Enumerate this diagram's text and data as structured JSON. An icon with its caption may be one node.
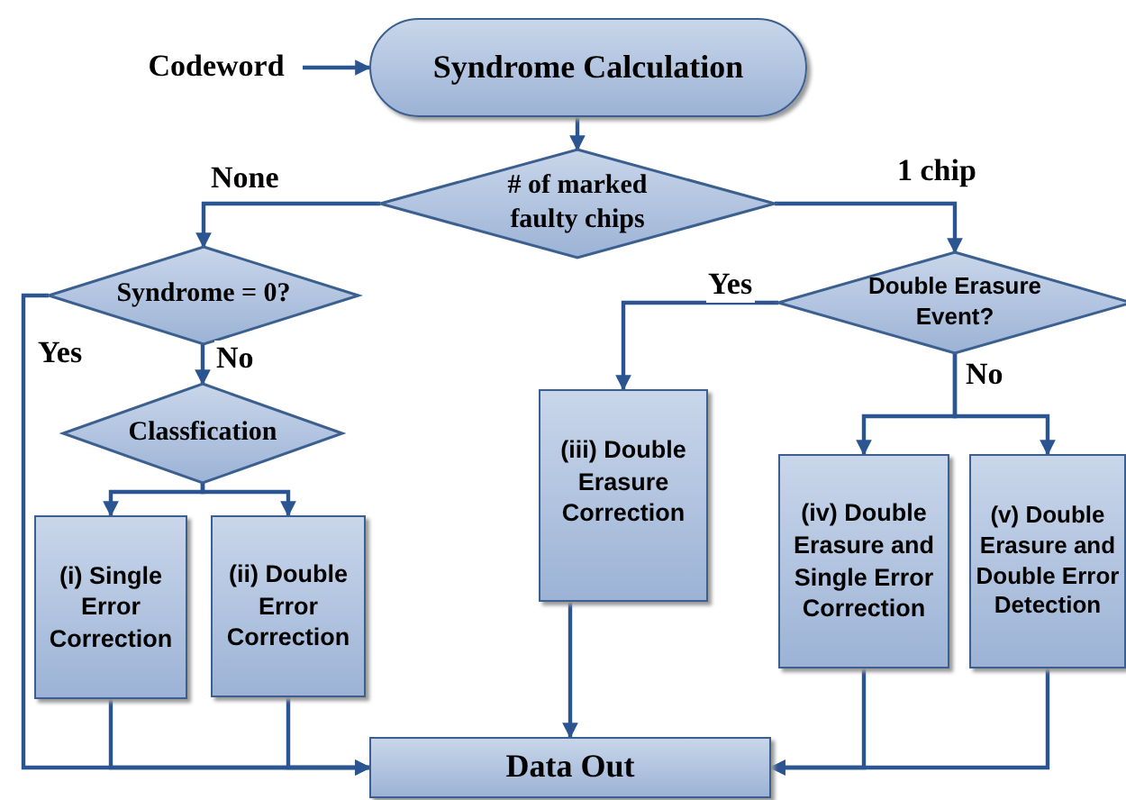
{
  "diagram": {
    "nodes": [
      {
        "text": [
          "Codeword"
        ]
      },
      {
        "text": [
          "Syndrome Calculation"
        ]
      },
      {
        "text": [
          "# of marked faulty chips"
        ]
      },
      {
        "text": [
          "Syndrome = 0?"
        ]
      },
      {
        "text": [
          "Double Erasure Event?"
        ]
      },
      {
        "text": [
          "Classfication"
        ]
      },
      {
        "text": [
          "(i) Single Error Correction"
        ]
      },
      {
        "text": [
          "(ii) Double Error Correction"
        ]
      },
      {
        "text": [
          "(iii) Double Erasure Correction"
        ]
      },
      {
        "text": [
          "(iv) Double Erasure and Single Error Correction"
        ]
      },
      {
        "text": [
          "(v) Double Erasure and Double Error Detection"
        ]
      },
      {
        "text": [
          "Data Out"
        ]
      }
    ],
    "edges": [
      {
        "from": 0,
        "to": 1,
        "arrow": "to"
      },
      {
        "from": 1,
        "to": 2,
        "arrow": "to"
      },
      {
        "from": 2,
        "to": 3,
        "arrow": "to",
        "label": "None"
      },
      {
        "from": 2,
        "to": 4,
        "arrow": "to",
        "label": "1 chip"
      },
      {
        "from": 3,
        "to": 11,
        "arrow": "to",
        "label": "Yes"
      },
      {
        "from": 3,
        "to": 5,
        "arrow": "to",
        "label": "No"
      },
      {
        "from": 5,
        "to": 6,
        "arrow": "to"
      },
      {
        "from": 5,
        "to": 7,
        "arrow": "to"
      },
      {
        "from": 4,
        "to": 8,
        "arrow": "to",
        "label": "Yes"
      },
      {
        "from": 4,
        "to": 9,
        "arrow": "to",
        "label": "No"
      },
      {
        "from": 4,
        "to": 10,
        "arrow": "to"
      },
      {
        "from": 6,
        "to": 11,
        "arrow": "to"
      },
      {
        "from": 7,
        "to": 11,
        "arrow": "to"
      },
      {
        "from": 8,
        "to": 11,
        "arrow": "to"
      },
      {
        "from": 9,
        "to": 11,
        "arrow": "to"
      },
      {
        "from": 10,
        "to": 11,
        "arrow": "to"
      }
    ]
  }
}
